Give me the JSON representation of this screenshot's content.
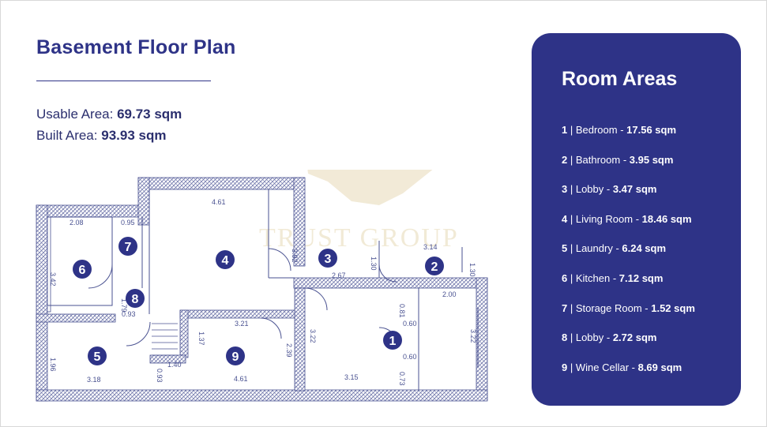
{
  "title": "Basement Floor Plan",
  "usable": {
    "label": "Usable Area:",
    "value": "69.73 sqm"
  },
  "built": {
    "label": "Built Area:",
    "value": "93.93 sqm"
  },
  "panel": {
    "title": "Room Areas"
  },
  "rooms": [
    {
      "num": "1",
      "name": "Bedroom",
      "area": "17.56 sqm"
    },
    {
      "num": "2",
      "name": "Bathroom",
      "area": "3.95 sqm"
    },
    {
      "num": "3",
      "name": "Lobby",
      "area": "3.47 sqm"
    },
    {
      "num": "4",
      "name": "Living Room",
      "area": "18.46 sqm"
    },
    {
      "num": "5",
      "name": "Laundry",
      "area": "6.24 sqm"
    },
    {
      "num": "6",
      "name": "Kitchen",
      "area": "7.12 sqm"
    },
    {
      "num": "7",
      "name": "Storage Room",
      "area": "1.52 sqm"
    },
    {
      "num": "8",
      "name": "Lobby",
      "area": "2.72 sqm"
    },
    {
      "num": "9",
      "name": "Wine Cellar",
      "area": "8.69 sqm"
    }
  ],
  "plan": {
    "markers": [
      "6",
      "7",
      "8",
      "4",
      "3",
      "2",
      "1",
      "5",
      "9"
    ],
    "dimensions": [
      "2.08",
      "0.95",
      "4.61",
      "3.42",
      "3.92",
      "1.30",
      "2.67",
      "3.14",
      "1.30",
      "1.79",
      "0.93",
      "0.81",
      "2.00",
      "0.60",
      "3.21",
      "1.37",
      "2.39",
      "3.22",
      "3.22",
      "0.60",
      "1.96",
      "1.40",
      "0.93",
      "4.61",
      "3.18",
      "3.15",
      "0.73"
    ],
    "watermark": {
      "main": "TRUST GROUP"
    }
  },
  "colors": {
    "brand": "#2e3387",
    "wall_hatch": "#6b72a8"
  }
}
